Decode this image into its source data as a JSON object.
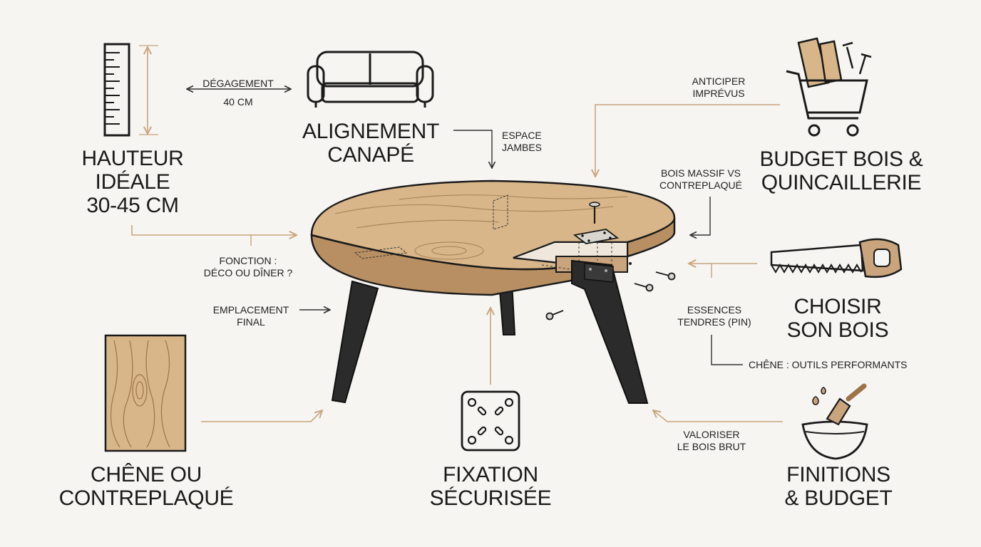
{
  "colors": {
    "background": "#f6f5f2",
    "ink": "#1a1a1a",
    "accent_line": "#c9a47c",
    "wood": "#d8b68a",
    "wood_dark": "#b88f62",
    "metal": "#2b2b2b"
  },
  "titles": {
    "hauteur": [
      "HAUTEUR",
      "IDÉALE",
      "30-45 CM"
    ],
    "canape": [
      "ALIGNEMENT",
      "CANAPÉ"
    ],
    "budget": [
      "BUDGET BOIS &",
      "QUINCAILLERIE"
    ],
    "choisir": [
      "CHOISIR",
      "SON BOIS"
    ],
    "chene": [
      "CHÊNE OU",
      "CONTREPLAQUÉ"
    ],
    "fixation": [
      "FIXATION",
      "SÉCURISÉE"
    ],
    "finitions": [
      "FINITIONS",
      "& BUDGET"
    ]
  },
  "labels": {
    "degagement": [
      "DÉGAGEMENT",
      "40 CM"
    ],
    "espace": [
      "ESPACE",
      "JAMBES"
    ],
    "anticiper": [
      "ANTICIPER",
      "IMPRÉVUS"
    ],
    "bois_massif": [
      "BOIS MASSIF VS",
      "CONTREPLAQUÉ"
    ],
    "fonction": [
      "FONCTION :",
      "DÉCO OU DÎNER ?"
    ],
    "emplacement": [
      "EMPLACEMENT",
      "FINAL"
    ],
    "essences": [
      "ESSENCES",
      "TENDRES (PIN)"
    ],
    "chene_outils": "CHÊNE : OUTILS PERFORMANTS",
    "valoriser": [
      "VALORISER",
      "LE BOIS BRUT"
    ]
  },
  "icons": [
    "ruler-icon",
    "sofa-icon",
    "shopping-cart-icon",
    "hand-saw-icon",
    "wood-panel-icon",
    "mounting-plate-icon",
    "paint-bowl-icon",
    "coffee-table-illustration"
  ]
}
